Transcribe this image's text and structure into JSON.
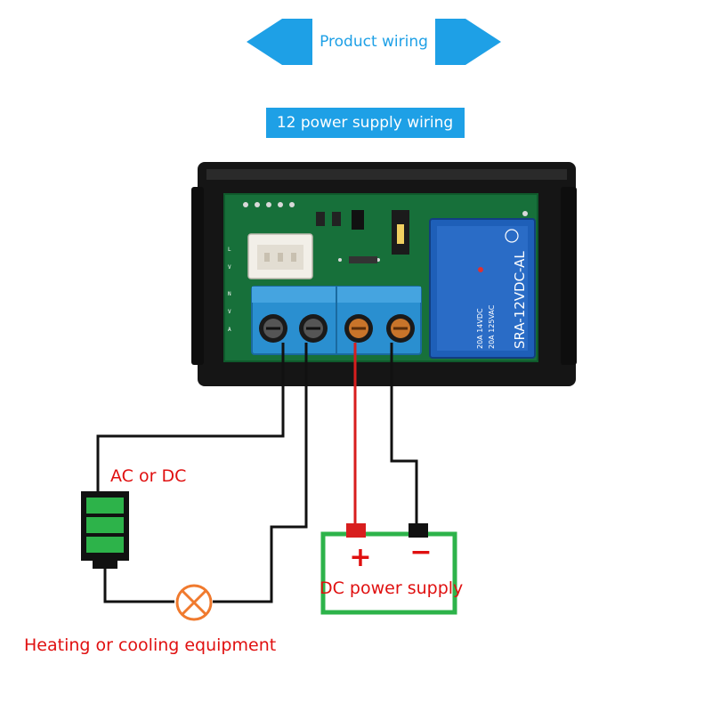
{
  "header": {
    "title": "Product wiring"
  },
  "subheader": {
    "title": "12 power supply wiring"
  },
  "relay": {
    "model": "SRA-12VDC-AL",
    "rating_1": "20A 14VDC",
    "rating_2": "20A 125VAC"
  },
  "labels": {
    "ac_dc": "AC or DC",
    "load": "Heating or cooling equipment",
    "dc_supply": "DC power supply",
    "plus": "+",
    "minus": "−"
  },
  "colors": {
    "banner_blue": "#1ea0e6",
    "label_red": "#e01010",
    "battery_green": "#2db34a",
    "pcb_green": "#17703a",
    "terminal_blue": "#2a8fd0"
  }
}
